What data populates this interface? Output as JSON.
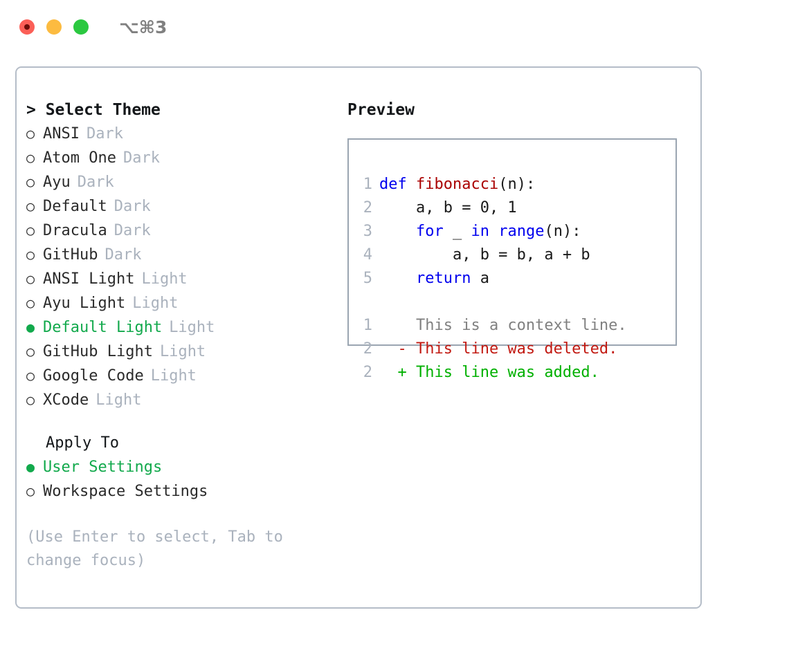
{
  "titlebar": {
    "shortcut": "⌥⌘3",
    "buttons": [
      {
        "name": "close",
        "color": "#fb5f57"
      },
      {
        "name": "minimize",
        "color": "#fcbb40"
      },
      {
        "name": "maximize",
        "color": "#2bc840"
      }
    ]
  },
  "colors": {
    "selected_green": "#12a94c",
    "muted_gray": "#aab2bd",
    "keyword_blue": "#0000ee",
    "function_red": "#aa0000",
    "diff_add_green": "#00b000",
    "diff_del_red": "#c21a12",
    "context_gray": "#808080",
    "panel_border": "#b5bdc8",
    "preview_border": "#9aa5b1",
    "text": "#2b2b2b"
  },
  "theme_picker": {
    "header": "> Select Theme",
    "bullet_unselected": "○",
    "bullet_selected": "●",
    "items": [
      {
        "name": "ANSI",
        "kind": "Dark",
        "selected": false
      },
      {
        "name": "Atom One",
        "kind": "Dark",
        "selected": false
      },
      {
        "name": "Ayu",
        "kind": "Dark",
        "selected": false
      },
      {
        "name": "Default",
        "kind": "Dark",
        "selected": false
      },
      {
        "name": "Dracula",
        "kind": "Dark",
        "selected": false
      },
      {
        "name": "GitHub",
        "kind": "Dark",
        "selected": false
      },
      {
        "name": "ANSI Light",
        "kind": "Light",
        "selected": false
      },
      {
        "name": "Ayu Light",
        "kind": "Light",
        "selected": false
      },
      {
        "name": "Default Light",
        "kind": "Light",
        "selected": true
      },
      {
        "name": "GitHub Light",
        "kind": "Light",
        "selected": false
      },
      {
        "name": "Google Code",
        "kind": "Light",
        "selected": false
      },
      {
        "name": "XCode",
        "kind": "Light",
        "selected": false
      }
    ]
  },
  "apply_to": {
    "header": "Apply To",
    "items": [
      {
        "name": "User Settings",
        "selected": true
      },
      {
        "name": "Workspace Settings",
        "selected": false
      }
    ]
  },
  "hint": "(Use Enter to select, Tab to change focus)",
  "preview": {
    "header": "Preview",
    "code_lines": [
      {
        "lineno": "1",
        "tokens": [
          {
            "text": "def ",
            "type": "kw"
          },
          {
            "text": "fibonacci",
            "type": "fn"
          },
          {
            "text": "(n):",
            "type": "txt"
          }
        ]
      },
      {
        "lineno": "2",
        "tokens": [
          {
            "text": "    a, b = 0, 1",
            "type": "txt"
          }
        ]
      },
      {
        "lineno": "3",
        "tokens": [
          {
            "text": "    ",
            "type": "txt"
          },
          {
            "text": "for",
            "type": "kw"
          },
          {
            "text": " _ ",
            "type": "txt"
          },
          {
            "text": "in range",
            "type": "kw"
          },
          {
            "text": "(n):",
            "type": "txt"
          }
        ]
      },
      {
        "lineno": "4",
        "tokens": [
          {
            "text": "        a, b = b, a + b",
            "type": "txt"
          }
        ]
      },
      {
        "lineno": "5",
        "tokens": [
          {
            "text": "    ",
            "type": "txt"
          },
          {
            "text": "return",
            "type": "kw"
          },
          {
            "text": " a",
            "type": "txt"
          }
        ]
      }
    ],
    "diff_lines": [
      {
        "lineno": "1",
        "marker": "  ",
        "text": "This is a context line.",
        "type": "ctx"
      },
      {
        "lineno": "2",
        "marker": "- ",
        "text": "This line was deleted.",
        "type": "del"
      },
      {
        "lineno": "2",
        "marker": "+ ",
        "text": "This line was added.",
        "type": "add"
      }
    ]
  }
}
